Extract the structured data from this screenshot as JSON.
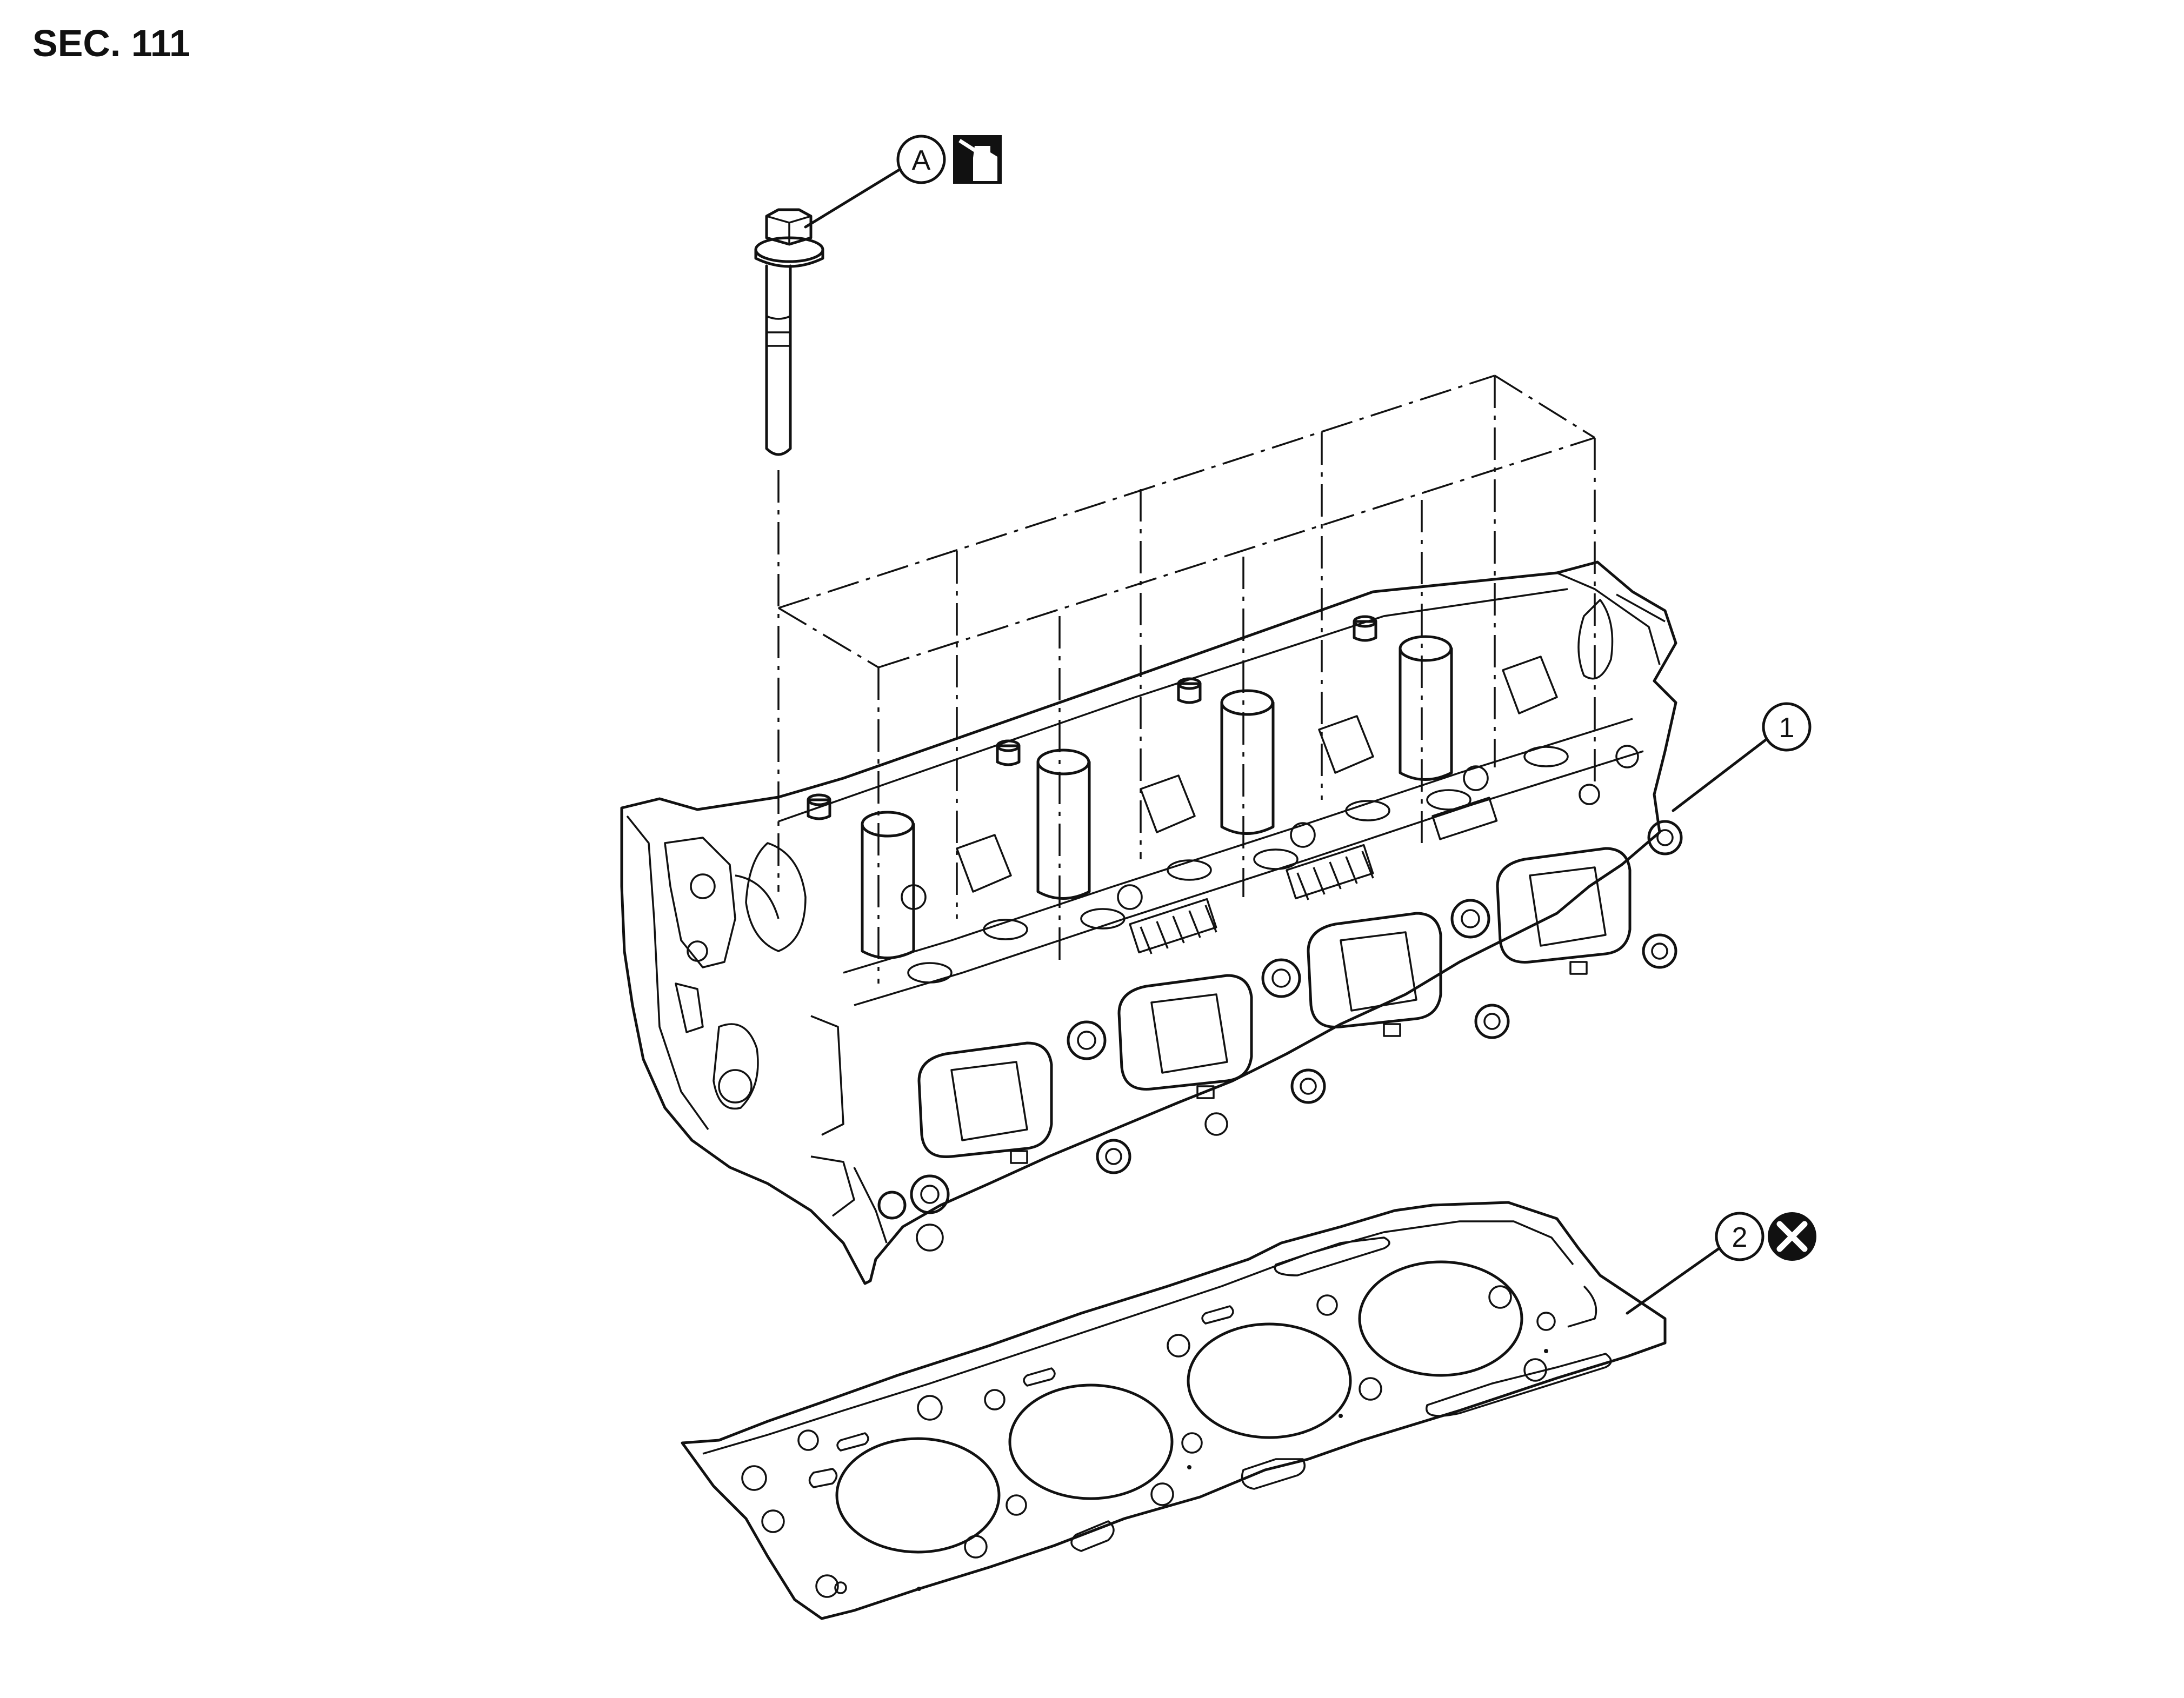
{
  "header": {
    "section": "SEC. 111"
  },
  "callouts": {
    "a": "A",
    "one": "1",
    "two": "2"
  },
  "icons": {
    "oil": "oil-can-icon",
    "do_not_reuse": "do-not-reuse-icon"
  },
  "parts": {
    "cylinder_head": "cylinder-head",
    "gasket": "cylinder-head-gasket",
    "bolt": "cylinder-head-bolt"
  }
}
